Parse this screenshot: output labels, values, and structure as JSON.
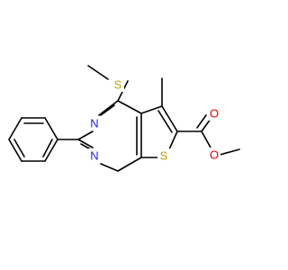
{
  "molecule": {
    "atoms": {
      "s_methylthio": {
        "symbol": "S",
        "color": "#B8A200"
      },
      "s_thiophene": {
        "symbol": "S",
        "color": "#B8A200"
      },
      "n_upper": {
        "symbol": "N",
        "color": "#2323E6"
      },
      "n_lower": {
        "symbol": "N",
        "color": "#2323E6"
      },
      "o_carbonyl": {
        "symbol": "O",
        "color": "#E60000"
      },
      "o_ester": {
        "symbol": "O",
        "color": "#E60000"
      }
    },
    "bond_color": "#000000"
  }
}
